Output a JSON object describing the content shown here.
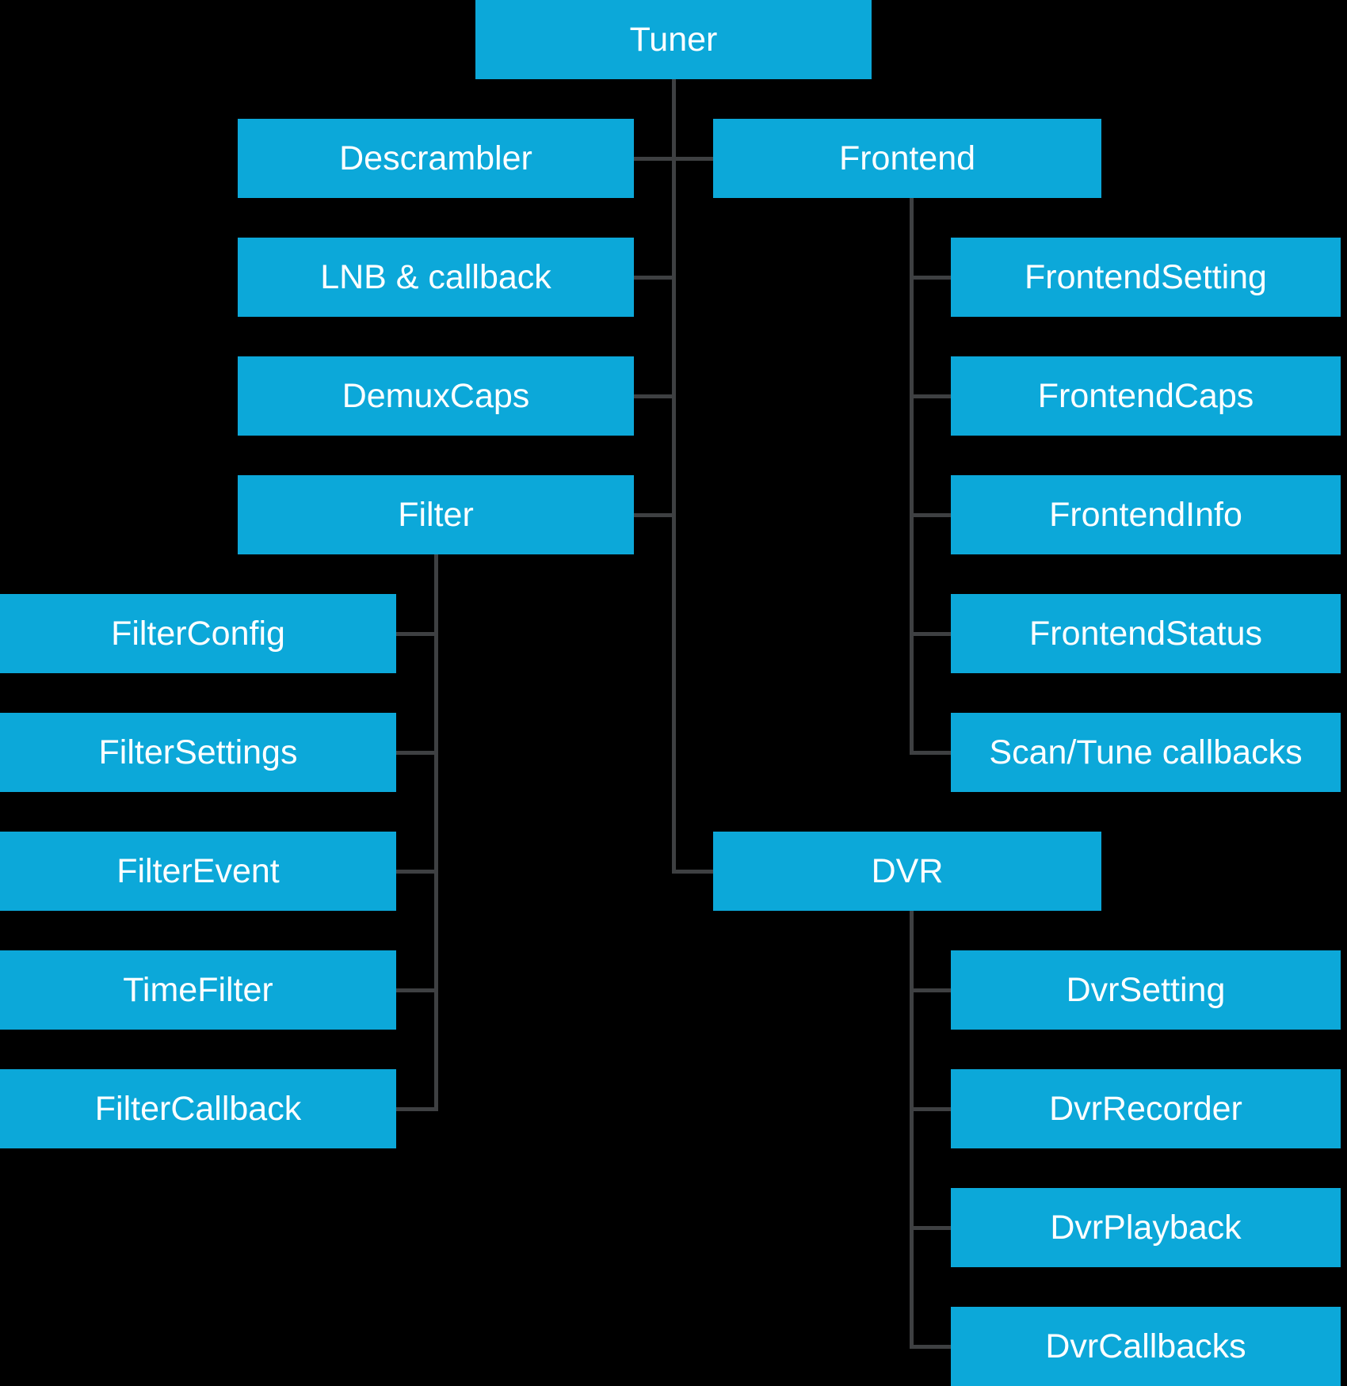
{
  "colors": {
    "background": "#000000",
    "box": "#0ca8d9",
    "line": "#3e4042",
    "text": "#ffffff"
  },
  "nodes": {
    "tuner": {
      "label": "Tuner"
    },
    "descrambler": {
      "label": "Descrambler"
    },
    "frontend": {
      "label": "Frontend"
    },
    "lnb": {
      "label": "LNB & callback"
    },
    "frontendsetting": {
      "label": "FrontendSetting"
    },
    "demuxcaps": {
      "label": "DemuxCaps"
    },
    "frontendcaps": {
      "label": "FrontendCaps"
    },
    "filter": {
      "label": "Filter"
    },
    "frontendinfo": {
      "label": "FrontendInfo"
    },
    "filterconfig": {
      "label": "FilterConfig"
    },
    "frontendstatus": {
      "label": "FrontendStatus"
    },
    "filtersettings": {
      "label": "FilterSettings"
    },
    "scantune": {
      "label": "Scan/Tune callbacks"
    },
    "filterevent": {
      "label": "FilterEvent"
    },
    "dvr": {
      "label": "DVR"
    },
    "timefilter": {
      "label": "TimeFilter"
    },
    "dvrsetting": {
      "label": "DvrSetting"
    },
    "filtercallback": {
      "label": "FilterCallback"
    },
    "dvrrecorder": {
      "label": "DvrRecorder"
    },
    "dvrplayback": {
      "label": "DvrPlayback"
    },
    "dvrcallbacks": {
      "label": "DvrCallbacks"
    }
  },
  "edges": [
    {
      "parent": "Tuner",
      "child": "Descrambler"
    },
    {
      "parent": "Tuner",
      "child": "LNB & callback"
    },
    {
      "parent": "Tuner",
      "child": "DemuxCaps"
    },
    {
      "parent": "Tuner",
      "child": "Filter"
    },
    {
      "parent": "Tuner",
      "child": "Frontend"
    },
    {
      "parent": "Tuner",
      "child": "DVR"
    },
    {
      "parent": "Filter",
      "child": "FilterConfig"
    },
    {
      "parent": "Filter",
      "child": "FilterSettings"
    },
    {
      "parent": "Filter",
      "child": "FilterEvent"
    },
    {
      "parent": "Filter",
      "child": "TimeFilter"
    },
    {
      "parent": "Filter",
      "child": "FilterCallback"
    },
    {
      "parent": "Frontend",
      "child": "FrontendSetting"
    },
    {
      "parent": "Frontend",
      "child": "FrontendCaps"
    },
    {
      "parent": "Frontend",
      "child": "FrontendInfo"
    },
    {
      "parent": "Frontend",
      "child": "FrontendStatus"
    },
    {
      "parent": "Frontend",
      "child": "Scan/Tune callbacks"
    },
    {
      "parent": "DVR",
      "child": "DvrSetting"
    },
    {
      "parent": "DVR",
      "child": "DvrRecorder"
    },
    {
      "parent": "DVR",
      "child": "DvrPlayback"
    },
    {
      "parent": "DVR",
      "child": "DvrCallbacks"
    }
  ]
}
